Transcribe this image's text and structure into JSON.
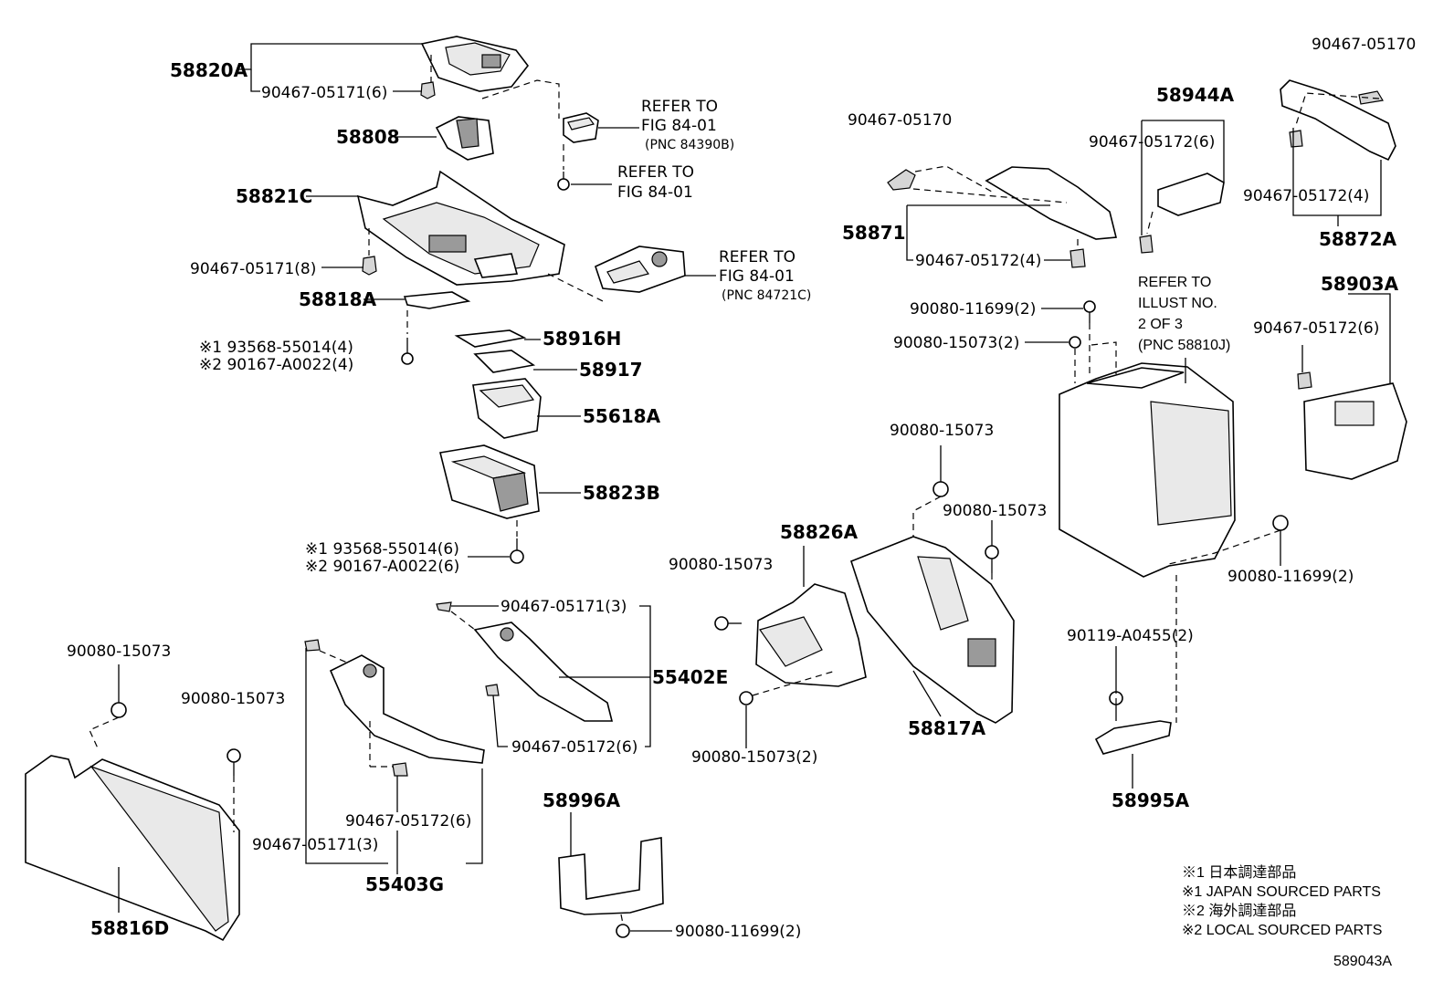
{
  "diagram": {
    "figure_code": "589043A",
    "labels": {
      "p58820A": "58820A",
      "c90467_05171_6a": "90467-05171(6)",
      "p58808": "58808",
      "r1_refer": "REFER TO",
      "r1_fig": "FIG 84-01",
      "r1_pnc": "(PNC 84390B)",
      "r2_refer": "REFER TO",
      "r2_fig": "FIG 84-01",
      "p58821C": "58821C",
      "c90467_05171_8": "90467-05171(8)",
      "r3_refer": "REFER TO",
      "r3_fig": "FIG 84-01",
      "r3_pnc": "(PNC 84721C)",
      "p58818A": "58818A",
      "s93568_4": "※1 93568-55014(4)",
      "s90167_4": "※2 90167-A0022(4)",
      "p58916H": "58916H",
      "p58917": "58917",
      "p55618A": "55618A",
      "p58823B": "58823B",
      "s93568_6": "※1 93568-55014(6)",
      "s90167_6": "※2 90167-A0022(6)",
      "c90467_05171_3a": "90467-05171(3)",
      "p55402E": "55402E",
      "c90467_05172_6a": "90467-05172(6)",
      "b90080_15073_l": "90080-15073",
      "b90080_15073_m": "90080-15073",
      "p58816D": "58816D",
      "c90467_05172_6b": "90467-05172(6)",
      "c90467_05171_3b": "90467-05171(3)",
      "p55403G": "55403G",
      "p58996A": "58996A",
      "b90080_11699_2a": "90080-11699(2)",
      "b90080_15073_c": "90080-15073",
      "p58826A": "58826A",
      "b90080_15073_2": "90080-15073(2)",
      "c90467_05170_a": "90467-05170",
      "p58871": "58871",
      "c90467_05172_4a": "90467-05172(4)",
      "b90080_11699_2b": "90080-11699(2)",
      "b90080_15073_2b": "90080-15073(2)",
      "b90080_15073_d": "90080-15073",
      "b90080_15073_e": "90080-15073",
      "p58817A": "58817A",
      "p58944A": "58944A",
      "c90467_05172_6c": "90467-05172(6)",
      "r4_refer": "REFER TO",
      "r4_illust": "ILLUST NO.",
      "r4_of": "2 OF 3",
      "r4_pnc": "(PNC 58810J)",
      "c90467_05170_b": "90467-05170",
      "c90467_05172_4b": "90467-05172(4)",
      "p58872A": "58872A",
      "p58903A": "58903A",
      "c90467_05172_6d": "90467-05172(6)",
      "b90080_11699_2c": "90080-11699(2)",
      "s90119": "90119-A0455(2)",
      "p58995A": "58995A"
    },
    "legend": [
      "※1 日本調達部品",
      "※1 JAPAN SOURCED PARTS",
      "※2 海外調達部品",
      "※2 LOCAL SOURCED PARTS"
    ]
  }
}
